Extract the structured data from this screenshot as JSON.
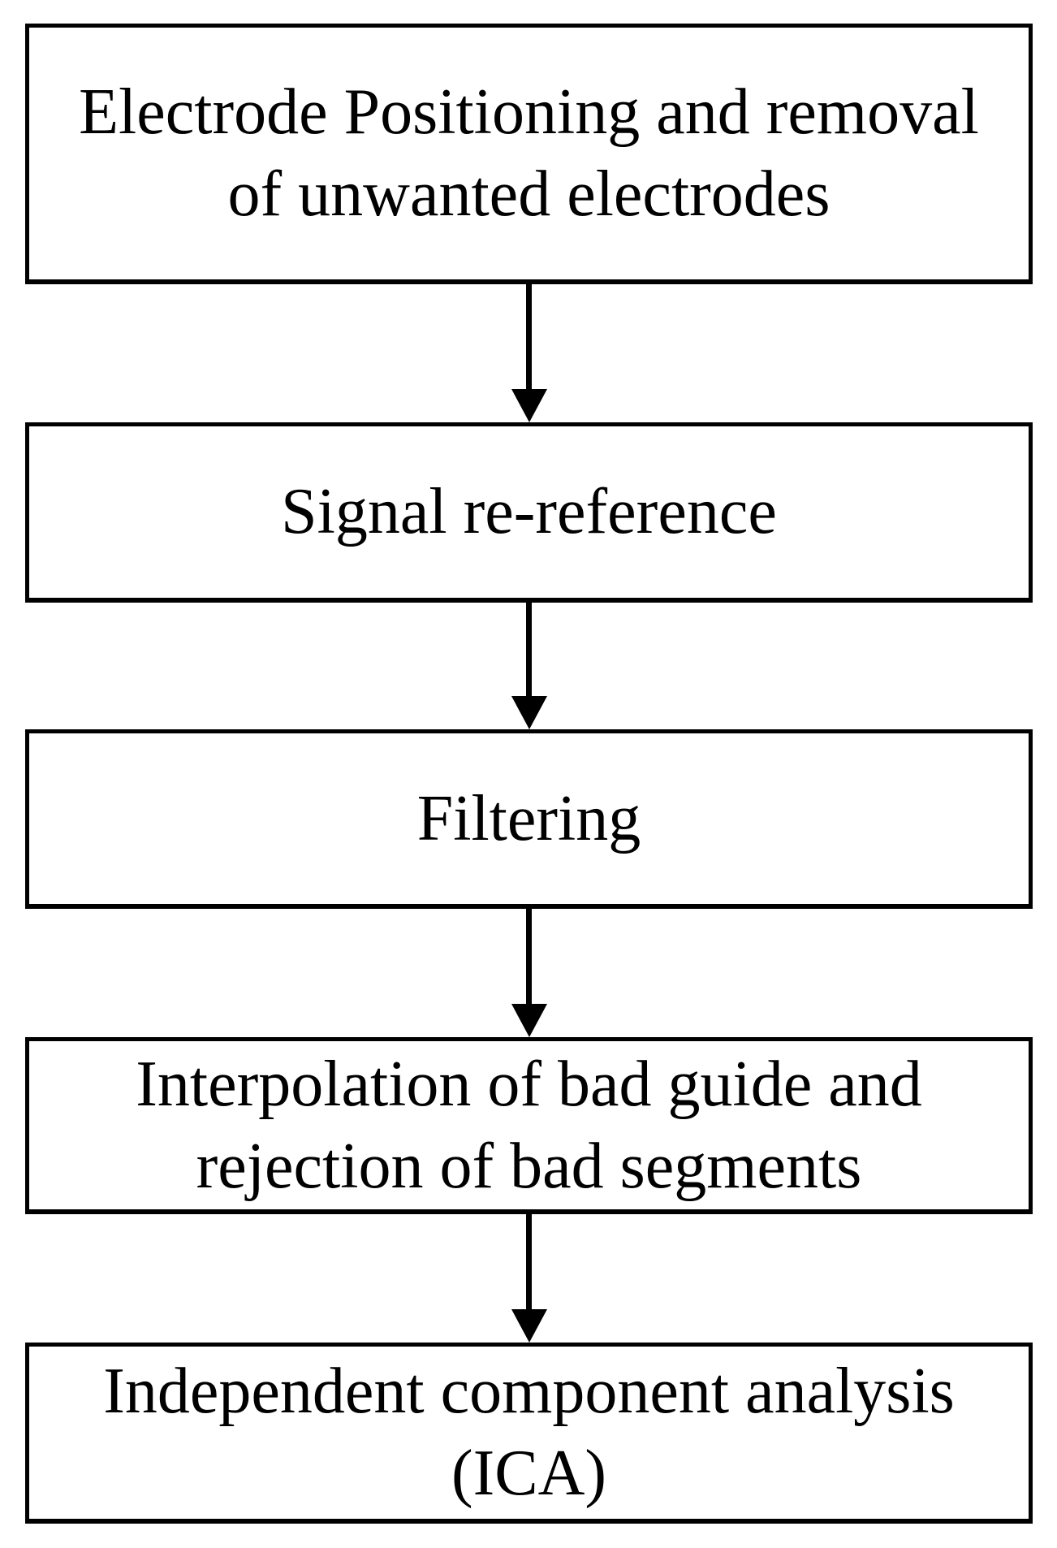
{
  "diagram": {
    "type": "flowchart",
    "direction": "top-down",
    "colors": {
      "background": "#ffffff",
      "box_fill": "#ffffff",
      "box_border": "#000000",
      "text": "#000000",
      "arrow": "#000000"
    },
    "boxes": [
      {
        "id": "electrode-positioning",
        "label": "Electrode Positioning and removal of unwanted electrodes",
        "lines": [
          "Electrode Positioning and removal",
          "of unwanted electrodes"
        ]
      },
      {
        "id": "signal-re-reference",
        "label": "Signal re-reference",
        "lines": [
          "Signal re-reference"
        ]
      },
      {
        "id": "filtering",
        "label": "Filtering",
        "lines": [
          "Filtering"
        ]
      },
      {
        "id": "interpolation-rejection",
        "label": "Interpolation of bad guide and rejection of bad segments",
        "lines": [
          "Interpolation of bad guide and",
          "rejection of bad segments"
        ]
      },
      {
        "id": "ica",
        "label": "Independent component analysis (ICA)",
        "lines": [
          "Independent component analysis",
          "(ICA)"
        ]
      }
    ],
    "connections": [
      {
        "from": "electrode-positioning",
        "to": "signal-re-reference",
        "style": "arrow-down"
      },
      {
        "from": "signal-re-reference",
        "to": "filtering",
        "style": "arrow-down"
      },
      {
        "from": "filtering",
        "to": "interpolation-rejection",
        "style": "arrow-down"
      },
      {
        "from": "interpolation-rejection",
        "to": "ica",
        "style": "arrow-down"
      }
    ]
  }
}
